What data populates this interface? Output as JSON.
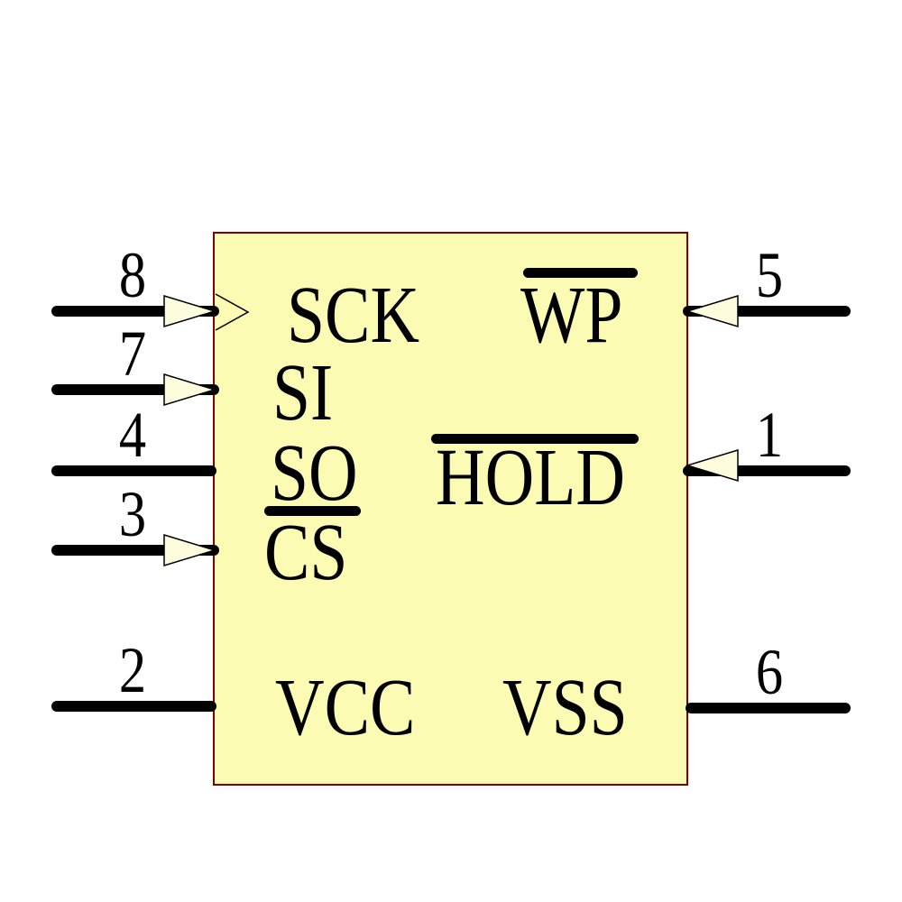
{
  "schematic": {
    "component_kind": "8-pin SPI memory IC symbol",
    "pins_left": [
      {
        "number": "8",
        "label": "SCK",
        "overline": false,
        "input_arrow": true,
        "clock_symbol": true
      },
      {
        "number": "7",
        "label": "SI",
        "overline": false,
        "input_arrow": true,
        "clock_symbol": false
      },
      {
        "number": "4",
        "label": "SO",
        "overline": false,
        "input_arrow": false,
        "clock_symbol": false
      },
      {
        "number": "3",
        "label": "CS",
        "overline": true,
        "input_arrow": true,
        "clock_symbol": false
      },
      {
        "number": "2",
        "label": "VCC",
        "overline": false,
        "input_arrow": false,
        "clock_symbol": false
      }
    ],
    "pins_right": [
      {
        "number": "5",
        "label": "WP",
        "overline": true,
        "input_arrow": true
      },
      {
        "number": "1",
        "label": "HOLD",
        "overline": true,
        "input_arrow": true
      },
      {
        "number": "6",
        "label": "VSS",
        "overline": false,
        "input_arrow": false
      }
    ],
    "colors": {
      "body_fill": "#FBFBB4",
      "body_border": "#7F0000",
      "arrow_fill": "#FDFDDE",
      "wire": "#000000",
      "background": "#FFFFFF"
    }
  }
}
